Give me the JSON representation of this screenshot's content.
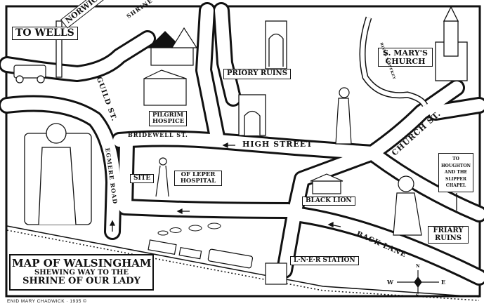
{
  "title": {
    "line1": "MAP OF WALSINGHAM",
    "line2": "SHEWING WAY TO THE",
    "line3": "SHRINE OF OUR LADY"
  },
  "signpost": {
    "wells": "TO WELLS",
    "norwich": "NORWICH"
  },
  "places": {
    "shrine": "SHRINE OF OUR LADY OF WALSINGHAM",
    "pilgrim_hospice": "PILGRIM HOSPICE",
    "priory_ruins": "PRIORY RUINS",
    "st_marys": "S. MARY'S CHURCH",
    "leper_site": "SITE",
    "leper_hospital": "OF LEPER HOSPITAL",
    "black_lion": "BLACK LION",
    "friary_ruins": "FRIARY RUINS",
    "station": "L·N·E·R STATION",
    "houghton_sign": "TO HOUGHTON AND THE SLIPPER CHAPEL"
  },
  "streets": {
    "guild": "GUILD ST.",
    "bridewell": "BRIDEWELL ST.",
    "high": "HIGH STREET",
    "church": "CHURCH ST.",
    "egmere": "EGMERE ROAD",
    "back_lane": "BACK LANE",
    "river": "RIVER STIFFKEY"
  },
  "compass": {
    "n": "N",
    "s": "S",
    "e": "E",
    "w": "W"
  },
  "credit": "ENID MARY CHADWICK · 1935 ©"
}
